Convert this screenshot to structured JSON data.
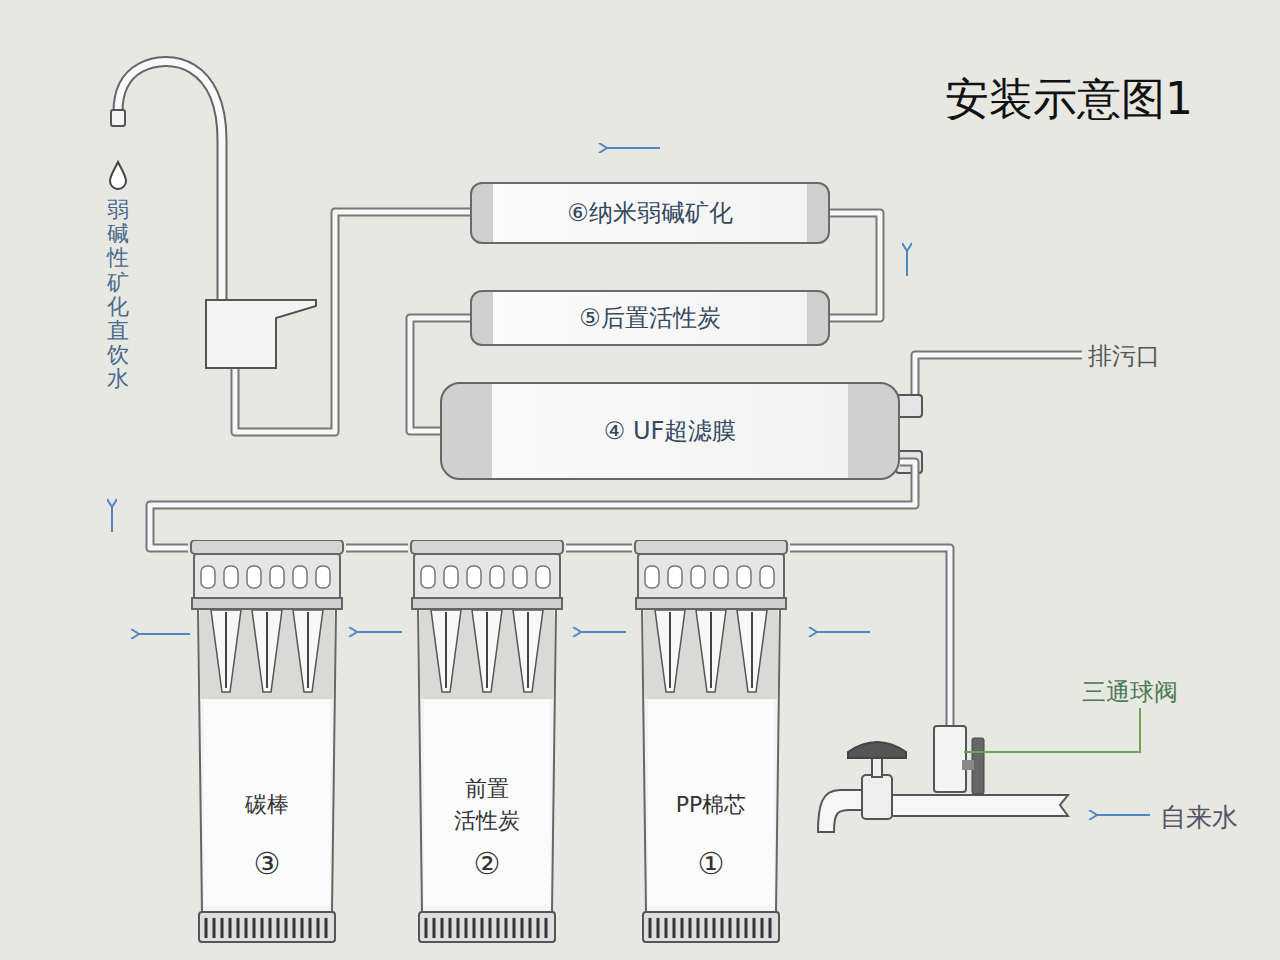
{
  "diagram": {
    "title": "安装示意图1",
    "nodes": [
      {
        "text": [
          "PP棉芯",
          "①"
        ]
      },
      {
        "text": [
          "前置 活性炭",
          "②"
        ]
      },
      {
        "text": [
          "碳棒",
          "③"
        ]
      },
      {
        "text": [
          "④ UF超滤膜"
        ]
      },
      {
        "text": [
          "⑤后置活性炭"
        ]
      },
      {
        "text": [
          "⑥纳米弱碱矿化"
        ]
      }
    ],
    "edges": [
      {
        "from": 0,
        "to": 1,
        "arrow": "none"
      },
      {
        "from": 1,
        "to": 2,
        "arrow": "none"
      },
      {
        "from": 2,
        "to": 3,
        "arrow": "none"
      },
      {
        "from": 3,
        "to": 4,
        "arrow": "none"
      },
      {
        "from": 4,
        "to": 5,
        "arrow": "none"
      }
    ],
    "labels": [
      "弱碱性矿化直饮水",
      "排污口",
      "三通球阀",
      "自来水"
    ]
  }
}
